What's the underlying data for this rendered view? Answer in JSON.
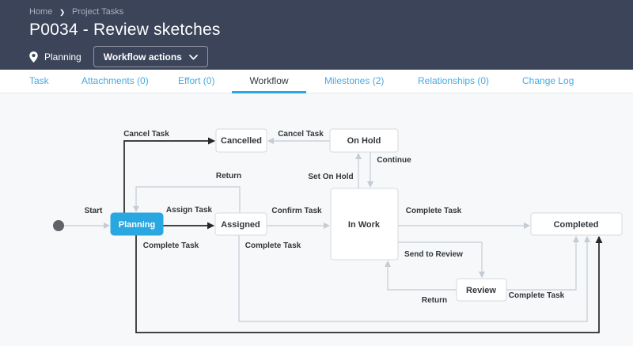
{
  "colors": {
    "header_bg": "#3b4459",
    "accent_blue": "#29a7e1",
    "tab_blue": "#47abde",
    "text_dark": "#32363a",
    "edge_gray": "#c4ccd5",
    "edge_black": "#26282b",
    "box_border": "#d5dade",
    "canvas_bg": "#f7f8f9",
    "breadcrumb_text": "#a9b1bf",
    "start_dot": "#5f6367"
  },
  "header": {
    "breadcrumb": [
      "Home",
      "Project Tasks"
    ],
    "title": "P0034 - Review sketches",
    "status": "Planning",
    "workflow_actions_label": "Workflow actions"
  },
  "icons": {
    "breadcrumb_chevron": "❯",
    "dropdown_chevron": "chevron-down",
    "location_pin": "map-pin"
  },
  "tabs": [
    {
      "label": "Task",
      "active": false
    },
    {
      "label": "Attachments (0)",
      "active": false
    },
    {
      "label": "Effort (0)",
      "active": false
    },
    {
      "label": "Workflow",
      "active": true
    },
    {
      "label": "Milestones (2)",
      "active": false
    },
    {
      "label": "Relationships (0)",
      "active": false
    },
    {
      "label": "Change Log",
      "active": false
    }
  ],
  "diagram": {
    "nodes": {
      "planning": "Planning",
      "assigned": "Assigned",
      "cancelled": "Cancelled",
      "on_hold": "On Hold",
      "in_work": "In Work",
      "completed": "Completed",
      "review": "Review"
    },
    "current_state": "Planning",
    "labels": {
      "start": "Start",
      "cancel_task_planning": "Cancel Task",
      "cancel_task_onhold": "Cancel Task",
      "return_top": "Return",
      "assign_task": "Assign Task",
      "confirm_task": "Confirm Task",
      "set_on_hold": "Set On Hold",
      "continue": "Continue",
      "complete_task_inwork": "Complete Task",
      "complete_task_planning": "Complete Task",
      "complete_task_assigned": "Complete Task",
      "send_to_review": "Send to Review",
      "complete_task_review": "Complete Task",
      "return_review": "Return"
    }
  }
}
